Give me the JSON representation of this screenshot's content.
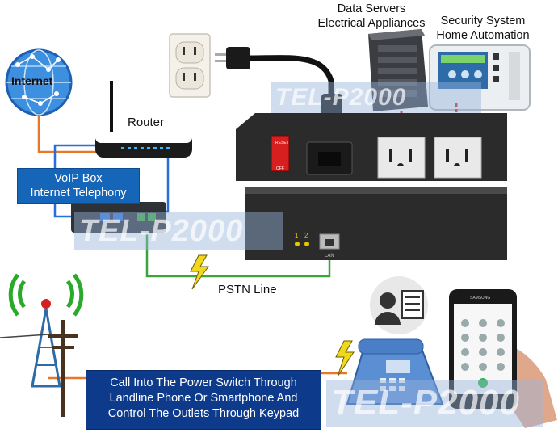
{
  "labels": {
    "internet": "Internet",
    "router": "Router",
    "voip_box_line1": "VoIP Box",
    "voip_box_line2": "Internet Telephony",
    "data_servers": "Data Servers",
    "electrical_appliances": "Electrical Appliances",
    "security_system": "Security System",
    "home_automation": "Home Automation",
    "pstn_line": "PSTN Line",
    "reset": "RESET",
    "off": "OFF",
    "led_1": "1",
    "led_2": "2",
    "lan": "LAN",
    "samsung": "SAMSUNG"
  },
  "caption": {
    "line1": "Call Into The Power Switch Through",
    "line2": "Landline Phone Or Smartphone And",
    "line3": "Control The Outlets Through Keypad"
  },
  "watermark": "TEL-P2000",
  "colors": {
    "internet_link": "#e8762b",
    "lan_link": "#2a6fd6",
    "pstn_link": "#3aa63a",
    "caption_bg": "#0e3a8c",
    "voip_label_bg": "#1565b8",
    "device_body": "#2b2b2b",
    "power_link": "#cc2222"
  }
}
